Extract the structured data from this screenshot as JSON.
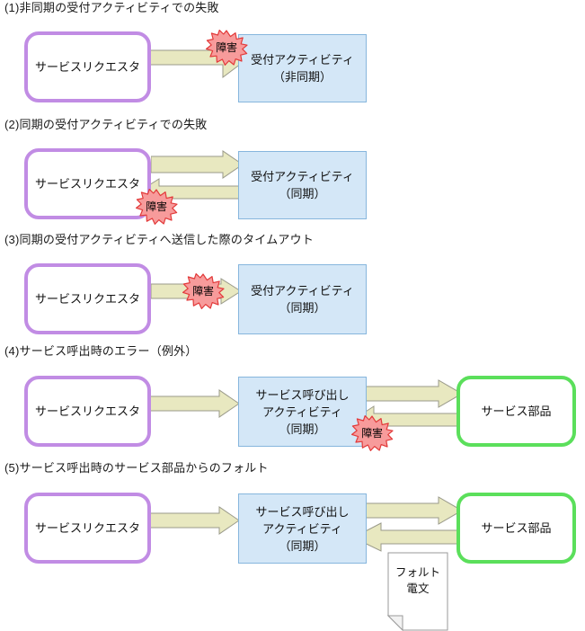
{
  "diagram": {
    "title_prefixes": [
      "(1)",
      "(2)",
      "(3)",
      "(4)",
      "(5)"
    ],
    "colors": {
      "requester_border": "#c18ce4",
      "activity_fill": "#d4e7f7",
      "activity_border": "#86b6dd",
      "component_border": "#5bdf5b",
      "arrow_fill": "#e8e8c0",
      "arrow_stroke": "#9a9a8a",
      "burst_fill": "#f79b9b",
      "burst_stroke": "#e23a3a",
      "doc_fill": "#ffffff",
      "doc_stroke": "#999999",
      "background": "#ffffff",
      "text": "#111111"
    },
    "labels": {
      "requester": "サービスリクエスタ",
      "reception_async": "受付アクティビティ\n（非同期）",
      "reception_sync": "受付アクティビティ\n（同期）",
      "invoke_sync": "サービス呼び出し\nアクティビティ\n（同期）",
      "service_component": "サービス部品",
      "fault": "障害",
      "fault_message": "フォルト\n電文"
    },
    "sections": [
      {
        "id": "s1",
        "heading": "(1)非同期の受付アクティビティでの失敗",
        "nodes": [
          {
            "name": "requester",
            "label": "サービスリクエスタ",
            "kind": "requester"
          },
          {
            "name": "reception-activity-async",
            "label": "受付アクティビティ\n（非同期）",
            "kind": "activity"
          }
        ],
        "arrows": [
          {
            "name": "request-arrow",
            "direction": "right"
          }
        ],
        "bursts": [
          {
            "name": "fault-burst",
            "label": "障害"
          }
        ]
      },
      {
        "id": "s2",
        "heading": "(2)同期の受付アクティビティでの失敗",
        "nodes": [
          {
            "name": "requester",
            "label": "サービスリクエスタ",
            "kind": "requester"
          },
          {
            "name": "reception-activity-sync",
            "label": "受付アクティビティ\n（同期）",
            "kind": "activity"
          }
        ],
        "arrows": [
          {
            "name": "request-arrow",
            "direction": "right"
          },
          {
            "name": "response-arrow",
            "direction": "left"
          }
        ],
        "bursts": [
          {
            "name": "fault-burst",
            "label": "障害"
          }
        ]
      },
      {
        "id": "s3",
        "heading": "(3)同期の受付アクティビティへ送信した際のタイムアウト",
        "nodes": [
          {
            "name": "requester",
            "label": "サービスリクエスタ",
            "kind": "requester"
          },
          {
            "name": "reception-activity-sync",
            "label": "受付アクティビティ\n（同期）",
            "kind": "activity"
          }
        ],
        "arrows": [
          {
            "name": "request-arrow",
            "direction": "right"
          }
        ],
        "bursts": [
          {
            "name": "fault-burst",
            "label": "障害"
          }
        ]
      },
      {
        "id": "s4",
        "heading": "(4)サービス呼出時のエラー（例外）",
        "nodes": [
          {
            "name": "requester",
            "label": "サービスリクエスタ",
            "kind": "requester"
          },
          {
            "name": "invoke-activity-sync",
            "label": "サービス呼び出し\nアクティビティ\n（同期）",
            "kind": "activity"
          },
          {
            "name": "service-component",
            "label": "サービス部品",
            "kind": "component"
          }
        ],
        "arrows": [
          {
            "name": "request-arrow",
            "direction": "right"
          },
          {
            "name": "invoke-arrow",
            "direction": "right"
          },
          {
            "name": "return-arrow",
            "direction": "left"
          }
        ],
        "bursts": [
          {
            "name": "fault-burst",
            "label": "障害"
          }
        ]
      },
      {
        "id": "s5",
        "heading": "(5)サービス呼出時のサービス部品からのフォルト",
        "nodes": [
          {
            "name": "requester",
            "label": "サービスリクエスタ",
            "kind": "requester"
          },
          {
            "name": "invoke-activity-sync",
            "label": "サービス呼び出し\nアクティビティ\n（同期）",
            "kind": "activity"
          },
          {
            "name": "service-component",
            "label": "サービス部品",
            "kind": "component"
          }
        ],
        "arrows": [
          {
            "name": "request-arrow",
            "direction": "right"
          },
          {
            "name": "invoke-arrow",
            "direction": "right"
          },
          {
            "name": "fault-return-arrow",
            "direction": "left"
          }
        ],
        "documents": [
          {
            "name": "fault-message-doc",
            "label": "フォルト\n電文"
          }
        ]
      }
    ]
  }
}
